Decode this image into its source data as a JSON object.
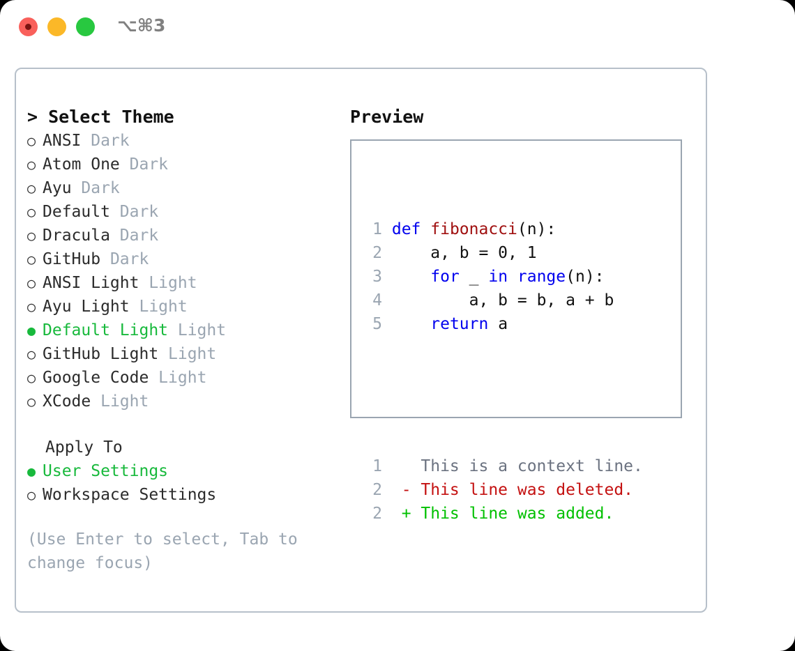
{
  "titlebar": {
    "shortcut": "⌥⌘3",
    "lights": [
      {
        "name": "close",
        "color": "#f9605b"
      },
      {
        "name": "minimize",
        "color": "#fbb828"
      },
      {
        "name": "maximize",
        "color": "#28c840"
      }
    ]
  },
  "theme_panel": {
    "header": "> Select Theme",
    "marker_selected": "●",
    "marker_unselected": "○",
    "items": [
      {
        "label": "ANSI",
        "tag": "Dark",
        "selected": false
      },
      {
        "label": "Atom One",
        "tag": "Dark",
        "selected": false
      },
      {
        "label": "Ayu",
        "tag": "Dark",
        "selected": false
      },
      {
        "label": "Default",
        "tag": "Dark",
        "selected": false
      },
      {
        "label": "Dracula",
        "tag": "Dark",
        "selected": false
      },
      {
        "label": "GitHub",
        "tag": "Dark",
        "selected": false
      },
      {
        "label": "ANSI Light",
        "tag": "Light",
        "selected": false
      },
      {
        "label": "Ayu Light",
        "tag": "Light",
        "selected": false
      },
      {
        "label": "Default Light",
        "tag": "Light",
        "selected": true
      },
      {
        "label": "GitHub Light",
        "tag": "Light",
        "selected": false
      },
      {
        "label": "Google Code",
        "tag": "Light",
        "selected": false
      },
      {
        "label": "XCode",
        "tag": "Light",
        "selected": false
      }
    ]
  },
  "apply_to": {
    "header": "Apply To",
    "items": [
      {
        "label": "User Settings",
        "selected": true
      },
      {
        "label": "Workspace Settings",
        "selected": false
      }
    ]
  },
  "hint": "(Use Enter to select, Tab to change focus)",
  "preview": {
    "header": "Preview",
    "code_lines": [
      {
        "num": "1",
        "tokens": [
          {
            "text": "def ",
            "kind": "kw"
          },
          {
            "text": "fibonacci",
            "kind": "fn"
          },
          {
            "text": "(n):",
            "kind": "pl"
          }
        ]
      },
      {
        "num": "2",
        "tokens": [
          {
            "text": "    a, b = 0, 1",
            "kind": "pl"
          }
        ]
      },
      {
        "num": "3",
        "tokens": [
          {
            "text": "    ",
            "kind": "pl"
          },
          {
            "text": "for",
            "kind": "kw"
          },
          {
            "text": " _ ",
            "kind": "pl"
          },
          {
            "text": "in range",
            "kind": "kw"
          },
          {
            "text": "(n):",
            "kind": "pl"
          }
        ]
      },
      {
        "num": "4",
        "tokens": [
          {
            "text": "        a, b = b, a + b",
            "kind": "pl"
          }
        ]
      },
      {
        "num": "5",
        "tokens": [
          {
            "text": "    ",
            "kind": "pl"
          },
          {
            "text": "return",
            "kind": "kw"
          },
          {
            "text": " a",
            "kind": "pl"
          }
        ]
      }
    ],
    "diff_lines": [
      {
        "num": "1",
        "prefix": "  ",
        "text": "This is a context line.",
        "kind": "ctx"
      },
      {
        "num": "2",
        "prefix": "- ",
        "text": "This line was deleted.",
        "kind": "del"
      },
      {
        "num": "2",
        "prefix": "+ ",
        "text": "This line was added.",
        "kind": "add"
      }
    ]
  },
  "colors": {
    "accent_green": "#18b93c",
    "muted": "#9aa5b1",
    "keyword": "#0000ee",
    "function": "#a01010",
    "diff_deleted": "#c41111",
    "diff_added": "#00c000",
    "border": "#b7c0ca"
  }
}
